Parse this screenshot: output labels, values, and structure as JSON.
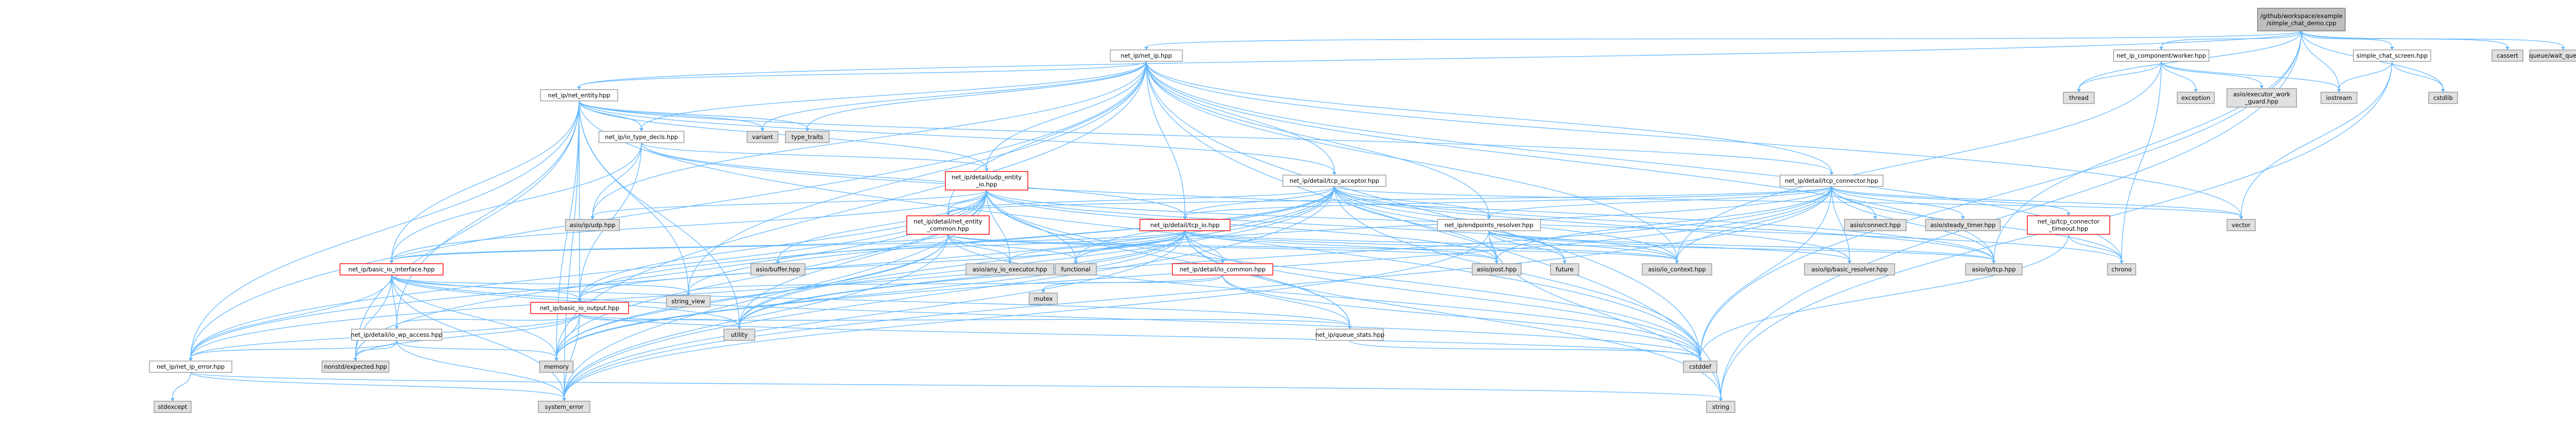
{
  "nodes": [
    {
      "id": "root",
      "kind": "root",
      "lines": [
        "/github/workspace/example",
        "/simple_chat_demo.cpp"
      ]
    },
    {
      "id": "net_ip",
      "kind": "hdr",
      "lines": [
        "net_ip/net_ip.hpp"
      ]
    },
    {
      "id": "component_worker",
      "kind": "hdr",
      "lines": [
        "net_ip_component/worker.hpp"
      ]
    },
    {
      "id": "simple_chat_screen",
      "kind": "hdr",
      "lines": [
        "simple_chat_screen.hpp"
      ]
    },
    {
      "id": "cassert",
      "kind": "ext",
      "lines": [
        "cassert"
      ]
    },
    {
      "id": "queue_wait",
      "kind": "ext",
      "lines": [
        "queue/wait_queue.hpp"
      ]
    },
    {
      "id": "net_entity",
      "kind": "hdr",
      "lines": [
        "net_ip/net_entity.hpp"
      ]
    },
    {
      "id": "thread",
      "kind": "ext",
      "lines": [
        "thread"
      ]
    },
    {
      "id": "exception",
      "kind": "ext",
      "lines": [
        "exception"
      ]
    },
    {
      "id": "exec_work_guard",
      "kind": "ext",
      "lines": [
        "asio/executor_work",
        "_guard.hpp"
      ]
    },
    {
      "id": "iostream",
      "kind": "ext",
      "lines": [
        "iostream"
      ]
    },
    {
      "id": "cstdlib",
      "kind": "ext",
      "lines": [
        "cstdlib"
      ]
    },
    {
      "id": "variant",
      "kind": "ext",
      "lines": [
        "variant"
      ]
    },
    {
      "id": "type_traits",
      "kind": "ext",
      "lines": [
        "type_traits"
      ]
    },
    {
      "id": "io_type_decls",
      "kind": "hdr",
      "lines": [
        "net_ip/io_type_decls.hpp"
      ]
    },
    {
      "id": "udp_entity_io",
      "kind": "trunc",
      "lines": [
        "net_ip/detail/udp_entity",
        "_io.hpp"
      ]
    },
    {
      "id": "tcp_acceptor",
      "kind": "hdr",
      "lines": [
        "net_ip/detail/tcp_acceptor.hpp"
      ]
    },
    {
      "id": "tcp_connector",
      "kind": "hdr",
      "lines": [
        "net_ip/detail/tcp_connector.hpp"
      ]
    },
    {
      "id": "asio_udp",
      "kind": "ext",
      "lines": [
        "asio/ip/udp.hpp"
      ]
    },
    {
      "id": "net_entity_common",
      "kind": "trunc",
      "lines": [
        "net_ip/detail/net_entity",
        "_common.hpp"
      ]
    },
    {
      "id": "tcp_io",
      "kind": "trunc",
      "lines": [
        "net_ip/detail/tcp_io.hpp"
      ]
    },
    {
      "id": "endpoints_resolver",
      "kind": "hdr",
      "lines": [
        "net_ip/endpoints_resolver.hpp"
      ]
    },
    {
      "id": "asio_connect",
      "kind": "ext",
      "lines": [
        "asio/connect.hpp"
      ]
    },
    {
      "id": "steady_timer",
      "kind": "ext",
      "lines": [
        "asio/steady_timer.hpp"
      ]
    },
    {
      "id": "tcp_connector_timeout",
      "kind": "trunc",
      "lines": [
        "net_ip/tcp_connector",
        "_timeout.hpp"
      ]
    },
    {
      "id": "vector",
      "kind": "ext",
      "lines": [
        "vector"
      ]
    },
    {
      "id": "basic_io_interface",
      "kind": "trunc",
      "lines": [
        "net_ip/basic_io_interface.hpp"
      ]
    },
    {
      "id": "asio_buffer",
      "kind": "ext",
      "lines": [
        "asio/buffer.hpp"
      ]
    },
    {
      "id": "any_io_executor",
      "kind": "ext",
      "lines": [
        "asio/any_io_executor.hpp"
      ]
    },
    {
      "id": "functional",
      "kind": "ext",
      "lines": [
        "functional"
      ]
    },
    {
      "id": "io_common",
      "kind": "trunc",
      "lines": [
        "net_ip/detail/io_common.hpp"
      ]
    },
    {
      "id": "asio_post",
      "kind": "ext",
      "lines": [
        "asio/post.hpp"
      ]
    },
    {
      "id": "future",
      "kind": "ext",
      "lines": [
        "future"
      ]
    },
    {
      "id": "io_context",
      "kind": "ext",
      "lines": [
        "asio/io_context.hpp"
      ]
    },
    {
      "id": "basic_resolver",
      "kind": "ext",
      "lines": [
        "asio/ip/basic_resolver.hpp"
      ]
    },
    {
      "id": "asio_tcp",
      "kind": "ext",
      "lines": [
        "asio/ip/tcp.hpp"
      ]
    },
    {
      "id": "chrono",
      "kind": "ext",
      "lines": [
        "chrono"
      ]
    },
    {
      "id": "mutex",
      "kind": "ext",
      "lines": [
        "mutex"
      ]
    },
    {
      "id": "string_view",
      "kind": "ext",
      "lines": [
        "string_view"
      ]
    },
    {
      "id": "basic_io_output",
      "kind": "trunc",
      "lines": [
        "net_ip/basic_io_output.hpp"
      ]
    },
    {
      "id": "utility",
      "kind": "ext",
      "lines": [
        "utility"
      ]
    },
    {
      "id": "queue_stats",
      "kind": "hdr",
      "lines": [
        "net_ip/queue_stats.hpp"
      ]
    },
    {
      "id": "io_wp_access",
      "kind": "hdr",
      "lines": [
        "net_ip/detail/io_wp_access.hpp"
      ]
    },
    {
      "id": "memory",
      "kind": "ext",
      "lines": [
        "memory"
      ]
    },
    {
      "id": "cstddef",
      "kind": "ext",
      "lines": [
        "cstddef"
      ]
    },
    {
      "id": "net_ip_error",
      "kind": "hdr",
      "lines": [
        "net_ip/net_ip_error.hpp"
      ]
    },
    {
      "id": "expected",
      "kind": "ext",
      "lines": [
        "nonstd/expected.hpp"
      ]
    },
    {
      "id": "stdexcept",
      "kind": "ext",
      "lines": [
        "stdexcept"
      ]
    },
    {
      "id": "system_error",
      "kind": "ext",
      "lines": [
        "system_error"
      ]
    },
    {
      "id": "string",
      "kind": "ext",
      "lines": [
        "string"
      ]
    }
  ],
  "edges": [
    [
      "root",
      "net_ip"
    ],
    [
      "root",
      "component_worker"
    ],
    [
      "root",
      "simple_chat_screen"
    ],
    [
      "root",
      "cassert"
    ],
    [
      "root",
      "queue_wait"
    ],
    [
      "root",
      "thread"
    ],
    [
      "root",
      "iostream"
    ],
    [
      "root",
      "cstdlib"
    ],
    [
      "root",
      "string"
    ],
    [
      "root",
      "cstddef"
    ],
    [
      "root",
      "asio_tcp"
    ],
    [
      "root",
      "net_entity"
    ],
    [
      "net_ip",
      "net_entity"
    ],
    [
      "net_ip",
      "variant"
    ],
    [
      "net_ip",
      "type_traits"
    ],
    [
      "net_ip",
      "io_type_decls"
    ],
    [
      "net_ip",
      "udp_entity_io"
    ],
    [
      "net_ip",
      "tcp_acceptor"
    ],
    [
      "net_ip",
      "tcp_connector"
    ],
    [
      "net_ip",
      "vector"
    ],
    [
      "net_ip",
      "io_context"
    ],
    [
      "net_ip",
      "memory"
    ],
    [
      "net_ip",
      "string"
    ],
    [
      "net_ip",
      "net_ip_error"
    ],
    [
      "net_ip",
      "asio_tcp"
    ],
    [
      "net_ip",
      "chrono"
    ],
    [
      "net_ip",
      "endpoints_resolver"
    ],
    [
      "net_ip",
      "tcp_io"
    ],
    [
      "net_ip",
      "net_entity_common"
    ],
    [
      "net_ip",
      "string_view"
    ],
    [
      "net_ip",
      "cstddef"
    ],
    [
      "net_ip",
      "asio_udp"
    ],
    [
      "component_worker",
      "thread"
    ],
    [
      "component_worker",
      "exception"
    ],
    [
      "component_worker",
      "exec_work_guard"
    ],
    [
      "component_worker",
      "iostream"
    ],
    [
      "component_worker",
      "io_context"
    ],
    [
      "component_worker",
      "chrono"
    ],
    [
      "simple_chat_screen",
      "iostream"
    ],
    [
      "simple_chat_screen",
      "cstdlib"
    ],
    [
      "simple_chat_screen",
      "vector"
    ],
    [
      "simple_chat_screen",
      "string"
    ],
    [
      "net_entity",
      "io_type_decls"
    ],
    [
      "net_entity",
      "net_ip_error"
    ],
    [
      "net_entity",
      "variant"
    ],
    [
      "net_entity",
      "type_traits"
    ],
    [
      "net_entity",
      "udp_entity_io"
    ],
    [
      "net_entity",
      "tcp_acceptor"
    ],
    [
      "net_entity",
      "tcp_connector"
    ],
    [
      "net_entity",
      "expected"
    ],
    [
      "net_entity",
      "system_error"
    ],
    [
      "net_entity",
      "memory"
    ],
    [
      "net_entity",
      "utility"
    ],
    [
      "net_entity",
      "cstddef"
    ],
    [
      "net_entity",
      "string_view"
    ],
    [
      "net_entity",
      "basic_io_output"
    ],
    [
      "net_entity",
      "basic_io_interface"
    ],
    [
      "net_entity",
      "io_wp_access"
    ],
    [
      "io_type_decls",
      "udp_entity_io"
    ],
    [
      "io_type_decls",
      "tcp_io"
    ],
    [
      "io_type_decls",
      "basic_io_interface"
    ],
    [
      "io_type_decls",
      "basic_io_output"
    ],
    [
      "io_type_decls",
      "asio_udp"
    ],
    [
      "io_type_decls",
      "asio_tcp"
    ],
    [
      "udp_entity_io",
      "asio_udp"
    ],
    [
      "udp_entity_io",
      "net_entity_common"
    ],
    [
      "udp_entity_io",
      "basic_io_interface"
    ],
    [
      "udp_entity_io",
      "basic_io_output"
    ],
    [
      "udp_entity_io",
      "asio_buffer"
    ],
    [
      "udp_entity_io",
      "asio_post"
    ],
    [
      "udp_entity_io",
      "memory"
    ],
    [
      "udp_entity_io",
      "system_error"
    ],
    [
      "udp_entity_io",
      "cstddef"
    ],
    [
      "udp_entity_io",
      "net_ip_error"
    ],
    [
      "udp_entity_io",
      "expected"
    ],
    [
      "udp_entity_io",
      "io_context"
    ],
    [
      "udp_entity_io",
      "functional"
    ],
    [
      "udp_entity_io",
      "utility"
    ],
    [
      "udp_entity_io",
      "queue_stats"
    ],
    [
      "udp_entity_io",
      "any_io_executor"
    ],
    [
      "udp_entity_io",
      "chrono"
    ],
    [
      "tcp_acceptor",
      "net_entity_common"
    ],
    [
      "tcp_acceptor",
      "tcp_io"
    ],
    [
      "tcp_acceptor",
      "endpoints_resolver"
    ],
    [
      "tcp_acceptor",
      "io_context"
    ],
    [
      "tcp_acceptor",
      "asio_tcp"
    ],
    [
      "tcp_acceptor",
      "asio_post"
    ],
    [
      "tcp_acceptor",
      "memory"
    ],
    [
      "tcp_acceptor",
      "system_error"
    ],
    [
      "tcp_acceptor",
      "functional"
    ],
    [
      "tcp_acceptor",
      "utility"
    ],
    [
      "tcp_acceptor",
      "cstddef"
    ],
    [
      "tcp_acceptor",
      "net_ip_error"
    ],
    [
      "tcp_acceptor",
      "vector"
    ],
    [
      "tcp_acceptor",
      "basic_resolver"
    ],
    [
      "tcp_acceptor",
      "future"
    ],
    [
      "tcp_acceptor",
      "basic_io_output"
    ],
    [
      "tcp_acceptor",
      "string_view"
    ],
    [
      "tcp_connector",
      "net_entity_common"
    ],
    [
      "tcp_connector",
      "tcp_io"
    ],
    [
      "tcp_connector",
      "endpoints_resolver"
    ],
    [
      "tcp_connector",
      "asio_connect"
    ],
    [
      "tcp_connector",
      "steady_timer"
    ],
    [
      "tcp_connector",
      "tcp_connector_timeout"
    ],
    [
      "tcp_connector",
      "vector"
    ],
    [
      "tcp_connector",
      "io_context"
    ],
    [
      "tcp_connector",
      "asio_tcp"
    ],
    [
      "tcp_connector",
      "chrono"
    ],
    [
      "tcp_connector",
      "memory"
    ],
    [
      "tcp_connector",
      "system_error"
    ],
    [
      "tcp_connector",
      "cstddef"
    ],
    [
      "tcp_connector",
      "utility"
    ],
    [
      "tcp_connector",
      "basic_resolver"
    ],
    [
      "tcp_connector",
      "functional"
    ],
    [
      "tcp_connector",
      "asio_post"
    ],
    [
      "net_entity_common",
      "functional"
    ],
    [
      "net_entity_common",
      "any_io_executor"
    ],
    [
      "net_entity_common",
      "memory"
    ],
    [
      "net_entity_common",
      "system_error"
    ],
    [
      "net_entity_common",
      "utility"
    ],
    [
      "net_entity_common",
      "cstddef"
    ],
    [
      "net_entity_common",
      "io_context"
    ],
    [
      "net_entity_common",
      "asio_post"
    ],
    [
      "net_entity_common",
      "basic_io_interface"
    ],
    [
      "tcp_io",
      "asio_tcp"
    ],
    [
      "tcp_io",
      "asio_buffer"
    ],
    [
      "tcp_io",
      "asio_post"
    ],
    [
      "tcp_io",
      "io_common"
    ],
    [
      "tcp_io",
      "basic_io_interface"
    ],
    [
      "tcp_io",
      "basic_io_output"
    ],
    [
      "tcp_io",
      "memory"
    ],
    [
      "tcp_io",
      "system_error"
    ],
    [
      "tcp_io",
      "cstddef"
    ],
    [
      "tcp_io",
      "utility"
    ],
    [
      "tcp_io",
      "functional"
    ],
    [
      "tcp_io",
      "net_ip_error"
    ],
    [
      "tcp_io",
      "queue_stats"
    ],
    [
      "tcp_io",
      "any_io_executor"
    ],
    [
      "tcp_io",
      "io_context"
    ],
    [
      "tcp_io",
      "string"
    ],
    [
      "endpoints_resolver",
      "io_context"
    ],
    [
      "endpoints_resolver",
      "basic_resolver"
    ],
    [
      "endpoints_resolver",
      "asio_post"
    ],
    [
      "endpoints_resolver",
      "future"
    ],
    [
      "endpoints_resolver",
      "string"
    ],
    [
      "endpoints_resolver",
      "system_error"
    ],
    [
      "endpoints_resolver",
      "asio_tcp"
    ],
    [
      "tcp_connector_timeout",
      "chrono"
    ],
    [
      "tcp_connector_timeout",
      "cstddef"
    ],
    [
      "basic_io_interface",
      "memory"
    ],
    [
      "basic_io_interface",
      "system_error"
    ],
    [
      "basic_io_interface",
      "cstddef"
    ],
    [
      "basic_io_interface",
      "net_ip_error"
    ],
    [
      "basic_io_interface",
      "utility"
    ],
    [
      "basic_io_interface",
      "basic_io_output"
    ],
    [
      "basic_io_interface",
      "io_wp_access"
    ],
    [
      "basic_io_interface",
      "queue_stats"
    ],
    [
      "basic_io_interface",
      "expected"
    ],
    [
      "basic_io_interface",
      "string_view"
    ],
    [
      "io_common",
      "mutex"
    ],
    [
      "io_common",
      "queue_stats"
    ],
    [
      "io_common",
      "string_view"
    ],
    [
      "io_common",
      "cstddef"
    ],
    [
      "basic_io_output",
      "memory"
    ],
    [
      "basic_io_output",
      "system_error"
    ],
    [
      "basic_io_output",
      "cstddef"
    ],
    [
      "basic_io_output",
      "utility"
    ],
    [
      "basic_io_output",
      "queue_stats"
    ],
    [
      "basic_io_output",
      "io_wp_access"
    ],
    [
      "basic_io_output",
      "expected"
    ],
    [
      "basic_io_output",
      "net_ip_error"
    ],
    [
      "queue_stats",
      "cstddef"
    ],
    [
      "io_wp_access",
      "memory"
    ],
    [
      "io_wp_access",
      "system_error"
    ],
    [
      "io_wp_access",
      "expected"
    ],
    [
      "io_wp_access",
      "net_ip_error"
    ],
    [
      "net_ip_error",
      "system_error"
    ],
    [
      "net_ip_error",
      "string"
    ],
    [
      "net_ip_error",
      "stdexcept"
    ]
  ]
}
